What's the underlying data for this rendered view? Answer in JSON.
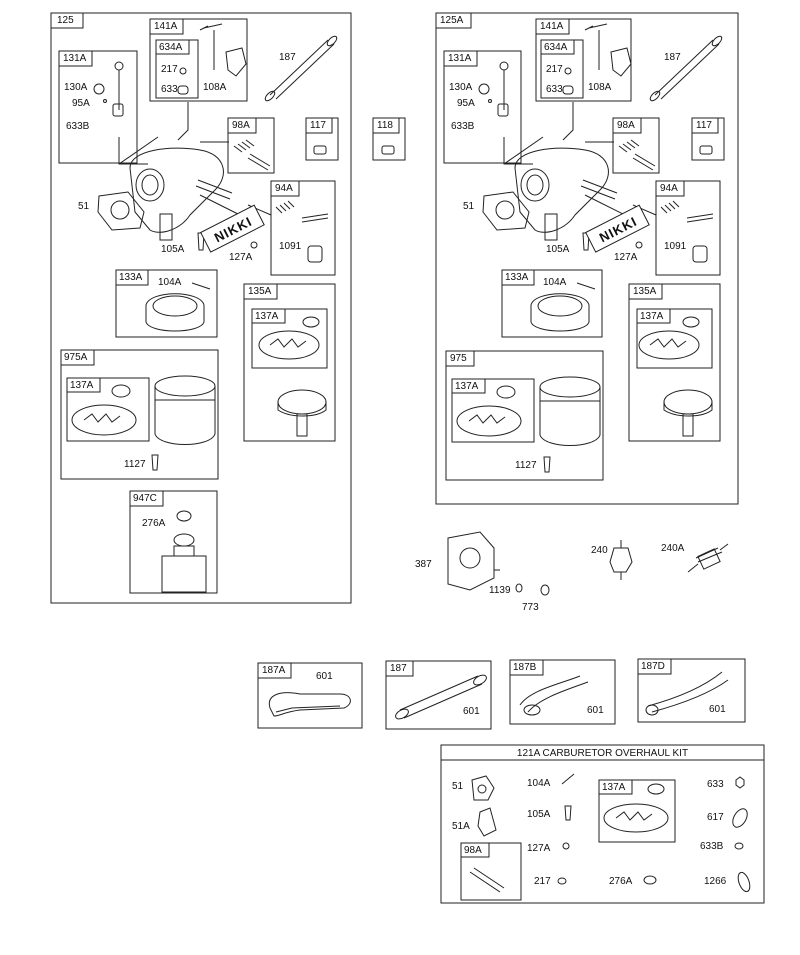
{
  "diagram": {
    "groups": {
      "g125": "125",
      "g141A_l": "141A",
      "g634A_l": "634A",
      "g131A_l": "131A",
      "g98A_l": "98A",
      "g117_l": "117",
      "g118": "118",
      "g94A_l": "94A",
      "g133A_l": "133A",
      "g135A_l": "135A",
      "g137A_l1": "137A",
      "g975A": "975A",
      "g137A_l2": "137A",
      "g947C": "947C",
      "g125A": "125A",
      "g141A_r": "141A",
      "g634A_r": "634A",
      "g131A_r": "131A",
      "g98A_r": "98A",
      "g117_r": "117",
      "g94A_r": "94A",
      "g133A_r": "133A",
      "g135A_r": "135A",
      "g137A_r1": "137A",
      "g975": "975",
      "g137A_r2": "137A",
      "g187A": "187A",
      "g187": "187",
      "g187B": "187B",
      "g187D": "187D",
      "kit_title": "121A CARBURETOR OVERHAUL KIT",
      "kit_137A": "137A",
      "kit_98A": "98A"
    },
    "parts": {
      "l_217": "217",
      "l_633": "633",
      "l_108A": "108A",
      "l_187": "187",
      "l_130A": "130A",
      "l_95A": "95A",
      "l_633B": "633B",
      "l_51": "51",
      "l_105A": "105A",
      "l_127A": "127A",
      "l_1091": "1091",
      "l_104A": "104A",
      "l_1127": "1127",
      "l_276A": "276A",
      "logo": "NIKKI",
      "r_217": "217",
      "r_633": "633",
      "r_108A": "108A",
      "r_187": "187",
      "r_130A": "130A",
      "r_95A": "95A",
      "r_633B": "633B",
      "r_51": "51",
      "r_105A": "105A",
      "r_127A": "127A",
      "r_1091": "1091",
      "r_104A": "104A",
      "r_1127": "1127",
      "r_logo": "NIKKI",
      "p_387": "387",
      "p_1139": "1139",
      "p_773": "773",
      "p_240": "240",
      "p_240A": "240A",
      "h_601a": "601",
      "h_601b": "601",
      "h_601c": "601",
      "h_601d": "601",
      "k_51": "51",
      "k_51A": "51A",
      "k_104A": "104A",
      "k_105A": "105A",
      "k_127A": "127A",
      "k_217": "217",
      "k_276A": "276A",
      "k_633": "633",
      "k_617": "617",
      "k_633B": "633B",
      "k_1266": "1266"
    }
  }
}
